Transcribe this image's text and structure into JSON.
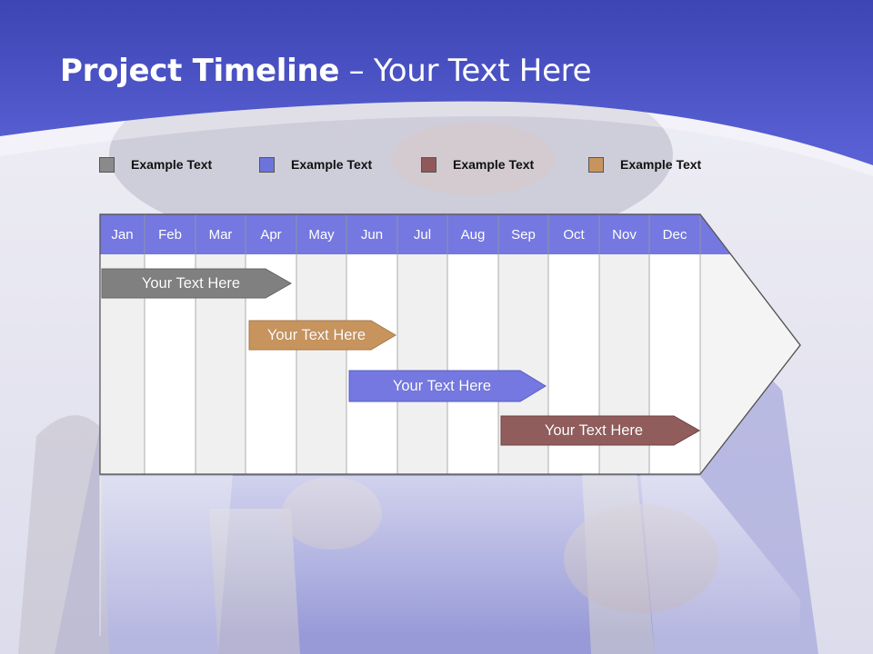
{
  "title": {
    "bold": "Project Timeline",
    "rest": " – Your Text Here"
  },
  "colors": {
    "header_blue": "#4753c6",
    "month_band": "#7478e0",
    "gray_task": "#808080",
    "orange_task": "#c8945e",
    "blue_task": "#7478e0",
    "maroon_task": "#915c5c"
  },
  "legend": [
    {
      "label": "Example Text",
      "color": "#8a8a8a"
    },
    {
      "label": "Example Text",
      "color": "#6c74dc"
    },
    {
      "label": "Example Text",
      "color": "#91585a"
    },
    {
      "label": "Example Text",
      "color": "#c8945e"
    }
  ],
  "months": [
    "Jan",
    "Feb",
    "Mar",
    "Apr",
    "May",
    "Jun",
    "Jul",
    "Aug",
    "Sep",
    "Oct",
    "Nov",
    "Dec"
  ],
  "tasks": [
    {
      "label": "Your  Text Here",
      "color": "#808080"
    },
    {
      "label": "Your  Text Here",
      "color": "#c8945e"
    },
    {
      "label": "Your  Text Here",
      "color": "#7478e0"
    },
    {
      "label": "Your  Text Here",
      "color": "#915c5c"
    }
  ]
}
